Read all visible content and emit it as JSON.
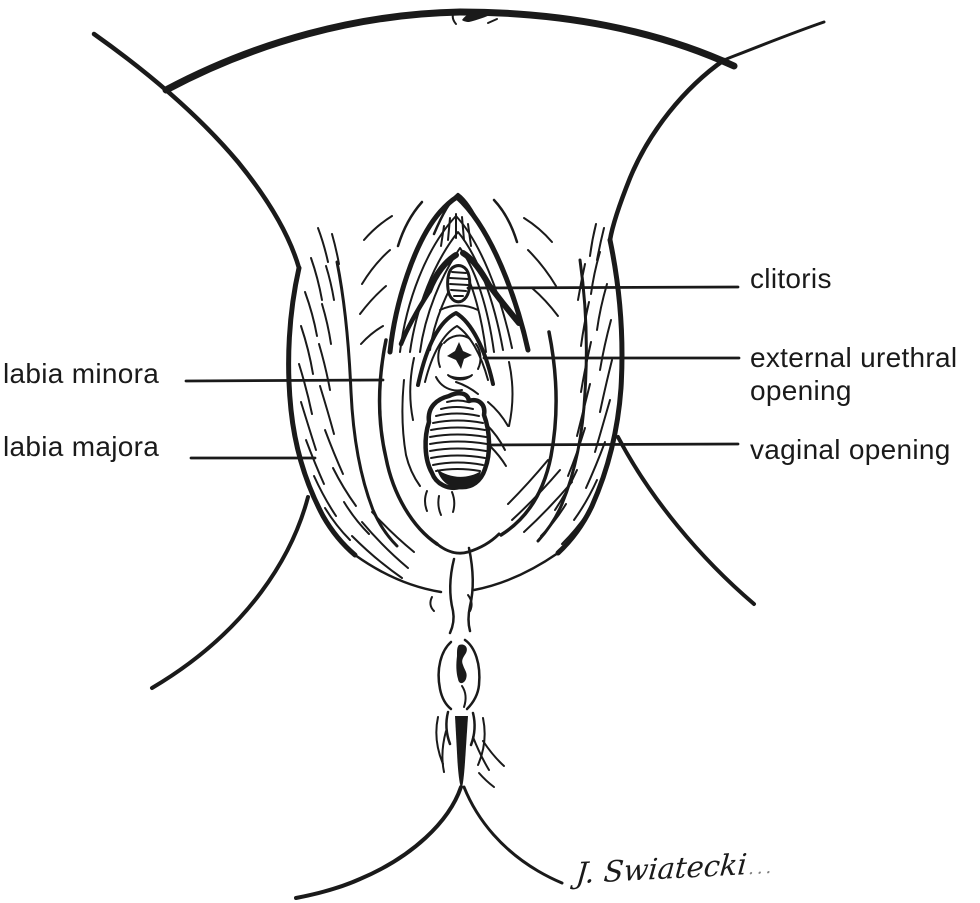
{
  "colors": {
    "ink": "#1a1a1a",
    "background": "#ffffff"
  },
  "labels": {
    "clitoris": "clitoris",
    "external_urethral_line1": "external urethral",
    "external_urethral_line2": "opening",
    "vaginal_opening": "vaginal opening",
    "labia_minora": "labia minora",
    "labia_majora": "labia majora"
  },
  "signature": {
    "name": "J. Swiatecki",
    "suffix": "..."
  }
}
